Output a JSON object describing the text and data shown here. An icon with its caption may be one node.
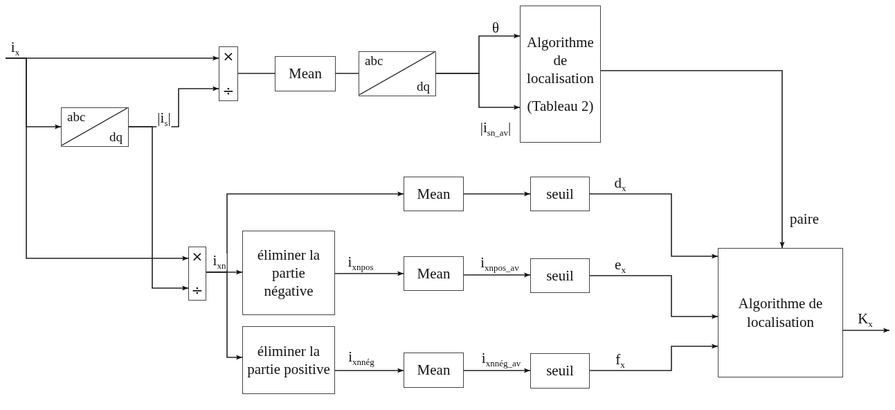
{
  "diagram": {
    "nodes": [
      {
        "text": [
          "×",
          "÷"
        ]
      },
      {
        "text": [
          "abc",
          "dq"
        ]
      },
      {
        "text": [
          "Mean"
        ]
      },
      {
        "text": [
          "abc",
          "dq"
        ]
      },
      {
        "text": [
          "Algorithme de localisation",
          "(Tableau 2)"
        ]
      },
      {
        "text": [
          "×",
          "÷"
        ]
      },
      {
        "text": [
          "Mean"
        ]
      },
      {
        "text": [
          "seuil"
        ]
      },
      {
        "text": [
          "éliminer la partie négative"
        ]
      },
      {
        "text": [
          "Mean"
        ]
      },
      {
        "text": [
          "seuil"
        ]
      },
      {
        "text": [
          "éliminer la partie positive"
        ]
      },
      {
        "text": [
          "Mean"
        ]
      },
      {
        "text": [
          "seuil"
        ]
      },
      {
        "text": [
          "Algorithme de localisation"
        ]
      }
    ],
    "edges": [
      {
        "from": null,
        "to": 0,
        "arrow": "to",
        "label": "i$_{x}$"
      },
      {
        "from": null,
        "to": 1,
        "arrow": "to"
      },
      {
        "from": null,
        "to": 5,
        "arrow": "to"
      },
      {
        "from": 1,
        "to": 0,
        "arrow": "to",
        "label": "|i$_{s}$|"
      },
      {
        "from": 1,
        "to": 5,
        "arrow": "to"
      },
      {
        "from": 0,
        "to": 2,
        "arrow": "none"
      },
      {
        "from": 2,
        "to": 3,
        "arrow": "none"
      },
      {
        "from": 3,
        "to": 4,
        "arrow": "to",
        "label": "θ"
      },
      {
        "from": 3,
        "to": 4,
        "arrow": "to",
        "label": "|i$_{sn_av}$|"
      },
      {
        "from": 4,
        "to": 14,
        "arrow": "to",
        "label": "paire"
      },
      {
        "from": 5,
        "to": 6,
        "arrow": "to"
      },
      {
        "from": 5,
        "to": 8,
        "arrow": "to",
        "label": "i$_{xn}$"
      },
      {
        "from": 5,
        "to": 11,
        "arrow": "to"
      },
      {
        "from": 6,
        "to": 7,
        "arrow": "to"
      },
      {
        "from": 7,
        "to": 14,
        "arrow": "to",
        "label": "d$_{x}$"
      },
      {
        "from": 8,
        "to": 9,
        "arrow": "to",
        "label": "i$_{xnpos}$"
      },
      {
        "from": 9,
        "to": 10,
        "arrow": "to",
        "label": "i$_{xnpos_av}$"
      },
      {
        "from": 10,
        "to": 14,
        "arrow": "to",
        "label": "e$_{x}$"
      },
      {
        "from": 11,
        "to": 12,
        "arrow": "to",
        "label": "i$_{xnnég}$"
      },
      {
        "from": 12,
        "to": 13,
        "arrow": "to",
        "label": "i$_{xnnég_av}$"
      },
      {
        "from": 13,
        "to": 14,
        "arrow": "to",
        "label": "f$_{x}$"
      },
      {
        "from": 14,
        "to": null,
        "arrow": "to",
        "label": "K$_{x}$"
      }
    ]
  }
}
